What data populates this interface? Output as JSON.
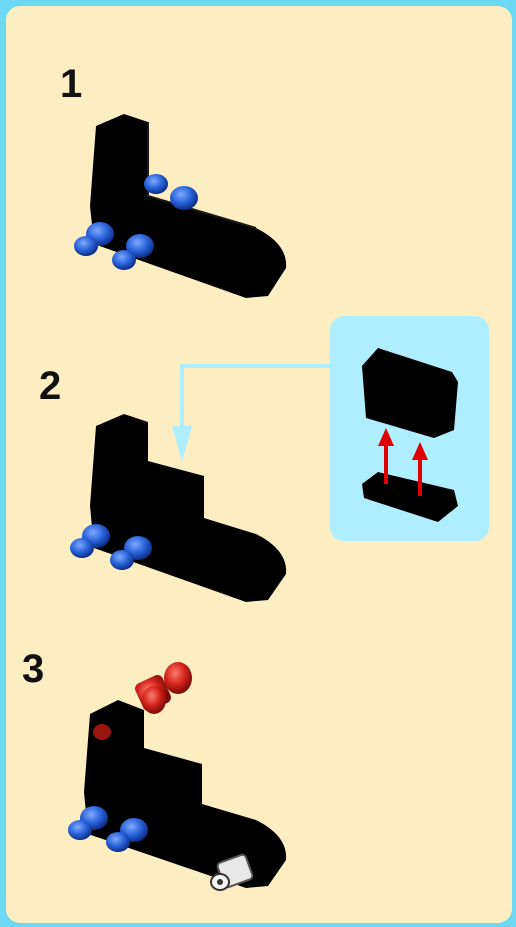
{
  "steps": [
    {
      "number": "1"
    },
    {
      "number": "2"
    },
    {
      "number": "3"
    }
  ],
  "colors": {
    "page_background": "#fdeec2",
    "frame_border": "#6cd8f4",
    "callout_background": "#aeeeff",
    "brick": "#000000",
    "pin_blue": "#2a63d9",
    "pin_red": "#d4231c",
    "arrow_red": "#e00000",
    "guide_line": "#aeeeff"
  }
}
